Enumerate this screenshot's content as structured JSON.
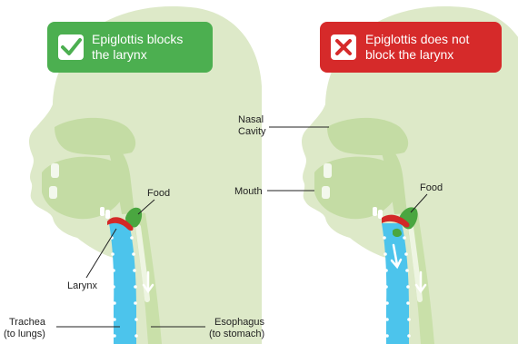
{
  "colors": {
    "head_light": "#dde9c8",
    "head_mid": "#c4dca4",
    "head_dark": "#b2d08e",
    "airway_blue": "#4cc4ec",
    "airway_dots": "#ffffff",
    "esophagus": "#c9e0a9",
    "food_green": "#4aa640",
    "epiglottis_red": "#d32828",
    "badge_good": "#4caf50",
    "badge_bad": "#d62a2a"
  },
  "panels": {
    "left": {
      "badge": {
        "line1": "Epiglottis blocks",
        "line2": "the larynx",
        "icon": "checkmark-icon"
      },
      "labels": {
        "food": "Food",
        "larynx": "Larynx",
        "trachea_1": "Trachea",
        "trachea_2": "(to lungs)",
        "esophagus_1": "Esophagus",
        "esophagus_2": "(to stomach)"
      }
    },
    "right": {
      "badge": {
        "line1": "Epiglottis does not",
        "line2": "block the larynx",
        "icon": "cross-icon"
      },
      "labels": {
        "nasal_1": "Nasal",
        "nasal_2": "Cavity",
        "mouth": "Mouth",
        "food": "Food"
      }
    }
  }
}
